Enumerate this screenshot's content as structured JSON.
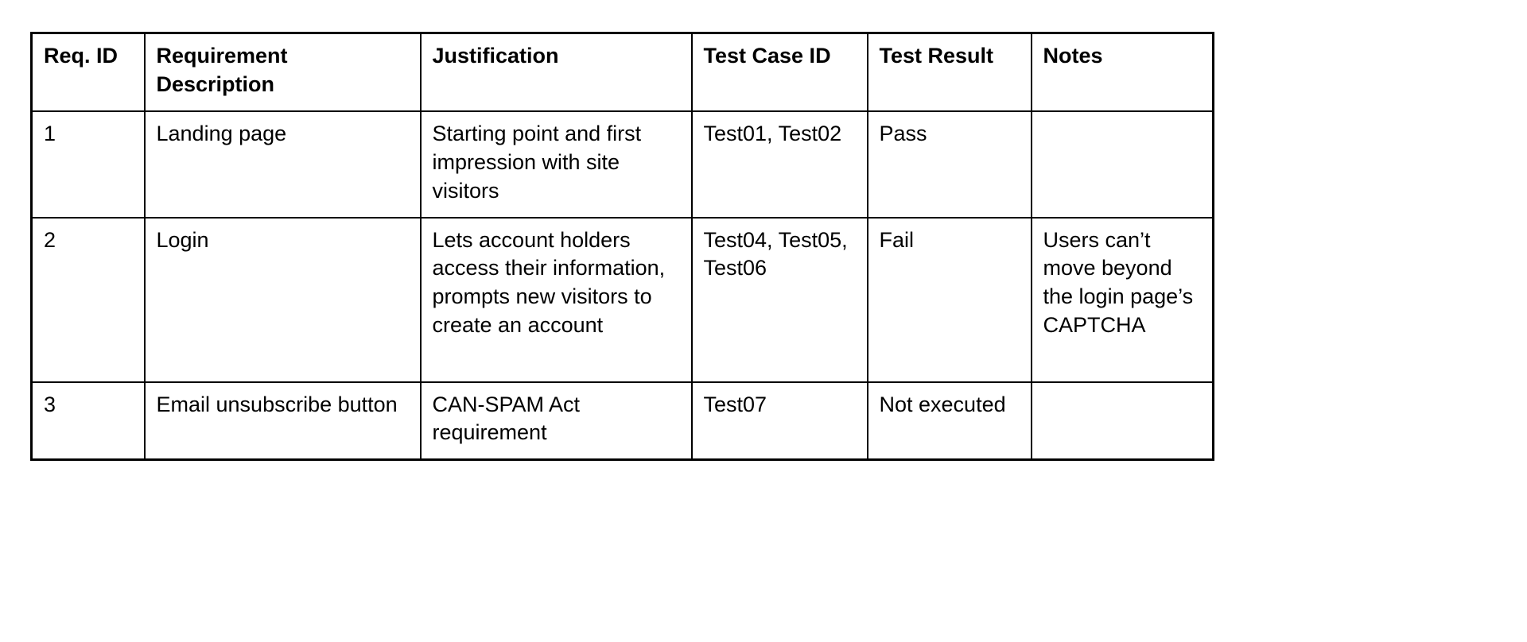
{
  "document": {
    "type": "requirements-traceability-table",
    "background_color": "#ffffff",
    "text_color": "#000000",
    "border_color": "#000000"
  },
  "table": {
    "columns": [
      {
        "key": "req_id",
        "label": "Req. ID"
      },
      {
        "key": "requirement_description",
        "label": "Requirement Description"
      },
      {
        "key": "justification",
        "label": "Justification"
      },
      {
        "key": "test_case_id",
        "label": "Test Case ID"
      },
      {
        "key": "test_result",
        "label": "Test Result"
      },
      {
        "key": "notes",
        "label": "Notes"
      }
    ],
    "rows": [
      {
        "req_id": "1",
        "requirement_description": "Landing page",
        "justification": "Starting point and first impression with site visitors",
        "test_case_id": "Test01, Test02",
        "test_result": "Pass",
        "notes": ""
      },
      {
        "req_id": "2",
        "requirement_description": "Login",
        "justification": "Lets account holders access their information, prompts new visitors to create an account",
        "test_case_id": "Test04, Test05, Test06",
        "test_result": "Fail",
        "notes": "Users can’t move beyond the login page’s CAPTCHA"
      },
      {
        "req_id": "3",
        "requirement_description": "Email unsubscribe button",
        "justification": "CAN-SPAM Act requirement",
        "test_case_id": "Test07",
        "test_result": "Not executed",
        "notes": ""
      }
    ]
  }
}
